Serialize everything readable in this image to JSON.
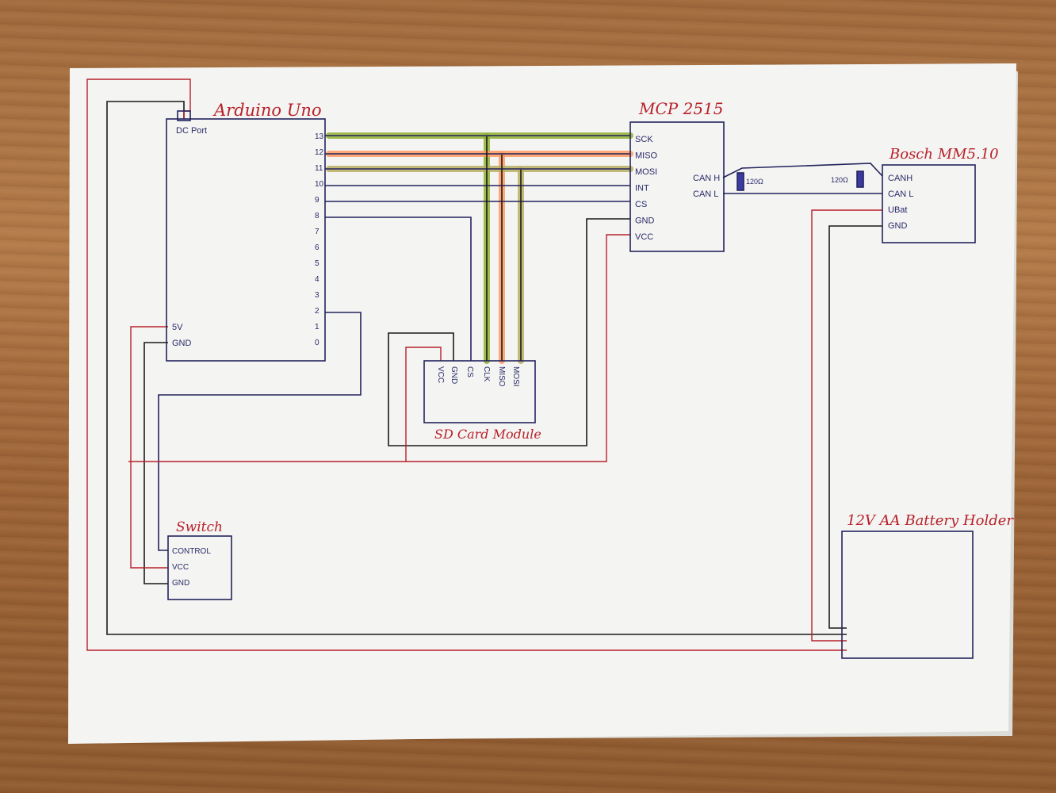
{
  "components": {
    "arduino": {
      "title": "Arduino Uno",
      "dc_port": "DC Port",
      "pins_right": [
        "13",
        "12",
        "11",
        "10",
        "9",
        "8",
        "7",
        "6",
        "5",
        "4",
        "3",
        "2",
        "1",
        "0"
      ],
      "pin_5v": "5V",
      "pin_gnd": "GND"
    },
    "mcp": {
      "title": "MCP 2515",
      "pins_left": [
        "SCK",
        "MISO",
        "MOSI",
        "INT",
        "CS",
        "GND",
        "VCC"
      ],
      "pin_canh": "CAN H",
      "pin_canl": "CAN L"
    },
    "bosch": {
      "title": "Bosch MM5.10",
      "pins": [
        "CANH",
        "CAN L",
        "UBat",
        "GND"
      ]
    },
    "resistor_left": "120Ω",
    "resistor_right": "120Ω",
    "sd": {
      "title": "SD Card Module",
      "pins": [
        "VCC",
        "GND",
        "CS",
        "CLK",
        "MISO",
        "MOSI"
      ]
    },
    "switch": {
      "title": "Switch",
      "pins": [
        "CONTROL",
        "VCC",
        "GND"
      ]
    },
    "battery": {
      "title": "12V AA Battery Holder"
    }
  },
  "colors": {
    "ink_blue": "#23235e",
    "ink_red": "#b8202a",
    "ink_black": "#1a1a1a",
    "hl_green": "#8fb034",
    "hl_orange": "#ff9a62",
    "hl_olive": "#b7ae62",
    "paper": "#f4f4f2"
  }
}
